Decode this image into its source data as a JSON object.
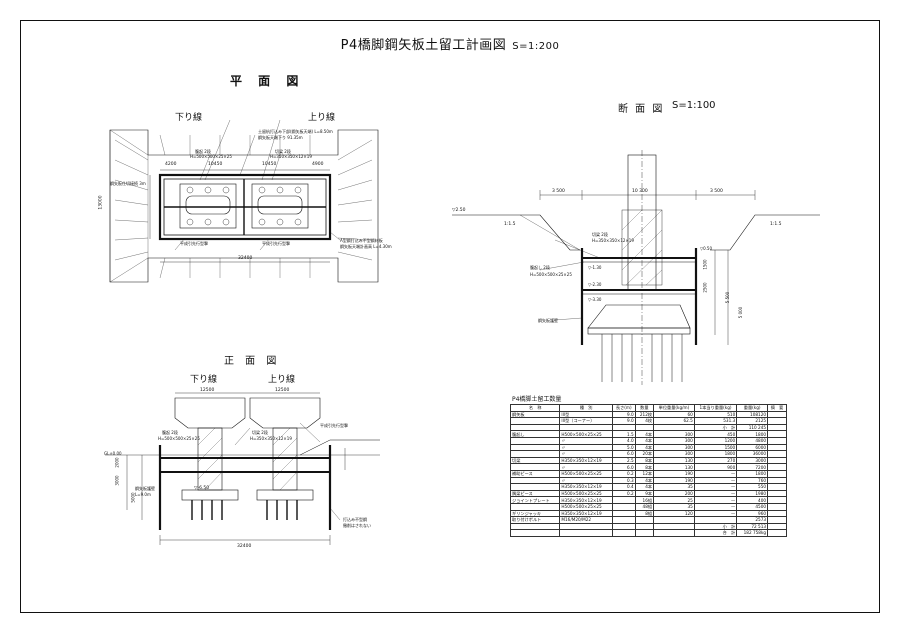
{
  "title": "P4橋脚鋼矢板土留工計画図",
  "title_scale": "S=1:200",
  "plan": {
    "heading": "平 面 図",
    "left_label": "下り線",
    "right_label": "上り線",
    "notes_top": [
      "土留杭打込み下部(鋼矢板天端) L=8.50m",
      "鋼矢板天端下り 91.35m"
    ],
    "dims": [
      "4200",
      "10450",
      "10450",
      "4900",
      "32400",
      "13000"
    ],
    "wale_label": "腹起 2段",
    "wale_spec": "H=500×500×25×25",
    "strut_label": "切梁 2段",
    "strut_spec": "H=350×350×12×19",
    "left_side_note": "鋼矢板仕切接続 3m",
    "bottom_notes": [
      "平成引先行型撃",
      "平成引先行型撃"
    ],
    "right_notes": [
      "A型鋼打込み不型鋼材板",
      "鋼矢板天端計画高 L=4.30m"
    ]
  },
  "section": {
    "heading": "断 面 図",
    "scale": "S=1:100",
    "dims_top": [
      "3 500",
      "10 300",
      "3 500"
    ],
    "slope": "1:1.5",
    "ground_level": "▽2.50",
    "strut_label": "切梁 2段",
    "strut_spec": "H=350×350×12×19",
    "wale_label": "腹起し 2段",
    "wale_spec": "H=500×500×25×25",
    "levels": [
      "▽-1.30",
      "▽-2.30",
      "▽-3.30"
    ],
    "vertical_dims": [
      "1500",
      "2500",
      "5 500",
      "5 000"
    ],
    "pile_label": "鋼矢板護壁",
    "right_mark": "▽0.50"
  },
  "elevation": {
    "heading": "正 面 図",
    "left_label": "下り線",
    "right_label": "上り線",
    "dims_top": [
      "12500",
      "12500"
    ],
    "width_dim": "32400",
    "strut_label": "切梁 2段",
    "strut_spec": "H=350×350×12×19",
    "wale_label": "腹起 2段",
    "wale_spec": "H=500×500×25×25",
    "right_note": "平成引先行型撃",
    "left_level": "GL±0.00",
    "level_mid": "▽-6.50",
    "pile_label": "鋼矢板護壁",
    "pile_length": "L=9.0m",
    "bottom_note": [
      "打込み不型鋼",
      "撤削はされない"
    ],
    "side_dims": [
      "2000",
      "3000",
      "5000"
    ]
  },
  "quantity_table": {
    "title": "P4橋脚土留工数量",
    "headers": [
      "名　称",
      "種　別",
      "長さ(m)",
      "数量",
      "単位重量(kg/m)",
      "1本当り重量(kg)",
      "重量(kg)",
      "摘　要"
    ],
    "rows": [
      [
        "鋼矢板",
        "III型",
        "9.0",
        "212枚",
        "60",
        "510",
        "108120",
        ""
      ],
      [
        "",
        "III型（コーナー）",
        "9.0",
        "4枚",
        "62.5",
        "531.3",
        "2125",
        ""
      ],
      [
        "",
        "",
        "",
        "",
        "",
        "小　計",
        "110 245",
        ""
      ],
      [
        "腹起し",
        "H500×500×25×25",
        "1.5",
        "4本",
        "300",
        "450",
        "1800",
        ""
      ],
      [
        "",
        "〃",
        "4.0",
        "4本",
        "300",
        "1200",
        "4800",
        ""
      ],
      [
        "",
        "〃",
        "5.0",
        "4本",
        "300",
        "1500",
        "6000",
        ""
      ],
      [
        "",
        "〃",
        "6.0",
        "20本",
        "300",
        "1800",
        "36000",
        ""
      ],
      [
        "切梁",
        "H350×350×12×19",
        "2.5",
        "8本",
        "130",
        "270",
        "3000",
        ""
      ],
      [
        "",
        "〃",
        "6.0",
        "8本",
        "130",
        "900",
        "7200",
        ""
      ],
      [
        "補助ピース",
        "H500×500×25×25",
        "0.2",
        "12本",
        "190",
        "—",
        "1800",
        ""
      ],
      [
        "",
        "〃",
        "0.3",
        "4本",
        "190",
        "—",
        "760",
        ""
      ],
      [
        "",
        "H350×350×12×19",
        "0.4",
        "4本",
        "35",
        "—",
        "550",
        ""
      ],
      [
        "隅梁ピース",
        "H500×500×25×25",
        "0.2",
        "9本",
        "200",
        "—",
        "1980",
        ""
      ],
      [
        "ジョイントプレート",
        "H350×350×12×19",
        "",
        "16組",
        "25",
        "—",
        "400",
        ""
      ],
      [
        "",
        "H500×500×25×25",
        "",
        "48組",
        "35",
        "—",
        "4500",
        ""
      ],
      [
        "ギリンジャッキ",
        "H350×350×12×19",
        "",
        "8組",
        "120",
        "—",
        "960",
        ""
      ],
      [
        "取り付けボルト",
        "M16/M20/M22",
        "",
        "",
        "",
        "",
        "2573",
        ""
      ],
      [
        "",
        "",
        "",
        "",
        "",
        "小　計",
        "72 513",
        ""
      ],
      [
        "",
        "",
        "",
        "",
        "",
        "合　計",
        "182 758kg",
        ""
      ]
    ]
  }
}
